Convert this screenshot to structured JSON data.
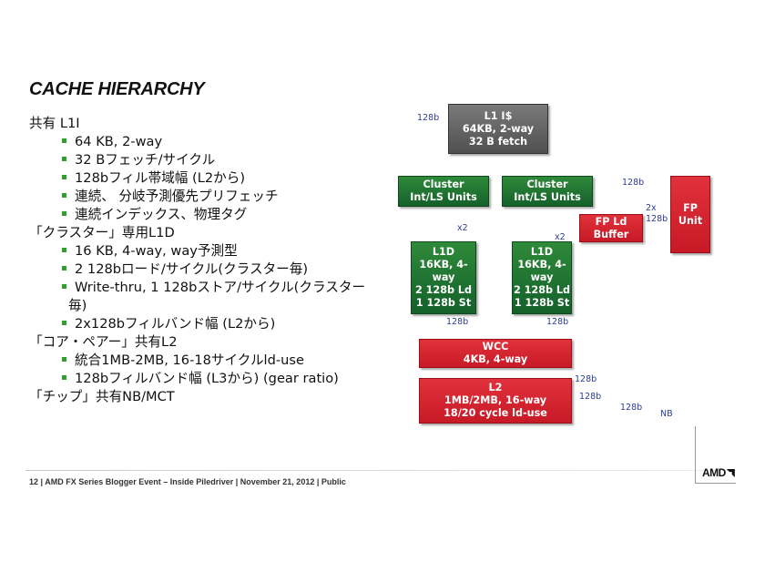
{
  "title": "CACHE HIERARCHY",
  "bullets": [
    {
      "level": 1,
      "text": "共有 L1I"
    },
    {
      "level": 2,
      "text": "64 KB, 2-way"
    },
    {
      "level": 2,
      "text": "32 Bフェッチ/サイクル"
    },
    {
      "level": 2,
      "text": "128bフィル帯域幅  (L2から)"
    },
    {
      "level": 2,
      "text": "連続、 分岐予測優先プリフェッチ"
    },
    {
      "level": 2,
      "text": "連続インデックス、物理タグ"
    },
    {
      "level": 1,
      "text": "「クラスター」専用L1D"
    },
    {
      "level": 2,
      "text": "16 KB, 4-way, way予測型"
    },
    {
      "level": 2,
      "text": "2 128bロード/サイクル(クラスター毎)"
    },
    {
      "level": 2,
      "text": "Write-thru, 1 128bストア/サイクル(クラスター毎)"
    },
    {
      "level": 2,
      "text": "2x128bフィルバンド幅  (L2から)"
    },
    {
      "level": 1,
      "text": "「コア・ペアー」共有L2"
    },
    {
      "level": 2,
      "text": "統合1MB-2MB, 16-18サイクルld-use"
    },
    {
      "level": 2,
      "text": "128bフィルバンド幅 (L3から) (gear ratio)"
    },
    {
      "level": 1,
      "text": "「チップ」共有NB/MCT"
    }
  ],
  "diagram": {
    "l1i": {
      "line1": "L1 I$",
      "line2": "64KB, 2-way",
      "line3": "32 B fetch"
    },
    "cluster_left": {
      "line1": "Cluster",
      "line2": "Int/LS Units"
    },
    "cluster_right": {
      "line1": "Cluster",
      "line2": "Int/LS Units"
    },
    "fp_ld_buffer": {
      "line1": "FP Ld",
      "line2": "Buffer"
    },
    "fp_unit": {
      "line1": "FP",
      "line2": "Unit"
    },
    "l1d_left": {
      "line1": "L1D",
      "line2": "16KB, 4-",
      "line3": "way",
      "line4": "2 128b Ld",
      "line5": "1 128b St"
    },
    "l1d_right": {
      "line1": "L1D",
      "line2": "16KB, 4-",
      "line3": "way",
      "line4": "2 128b Ld",
      "line5": "1 128b St"
    },
    "wcc": {
      "line1": "WCC",
      "line2": "4KB, 4-way"
    },
    "l2": {
      "line1": "L2",
      "line2": "1MB/2MB, 16-way",
      "line3": "18/20 cycle ld-use"
    },
    "labels": {
      "l1i_bw": "128b",
      "fp_top_bw": "128b",
      "fp_mult": "2x",
      "fp_side_bw": "128b",
      "l1d_left_mult": "x2",
      "l1d_right_mult": "x2",
      "l1d_left_bw": "128b",
      "l1d_right_bw": "128b",
      "l2_bw_1": "128b",
      "l2_bw_2": "128b",
      "l2_bw_3": "128b",
      "nb": "NB"
    }
  },
  "footer": "12  |  AMD FX Series Blogger Event – Inside Piledriver  |  November 21, 2012  |  Public",
  "logo": "AMD"
}
